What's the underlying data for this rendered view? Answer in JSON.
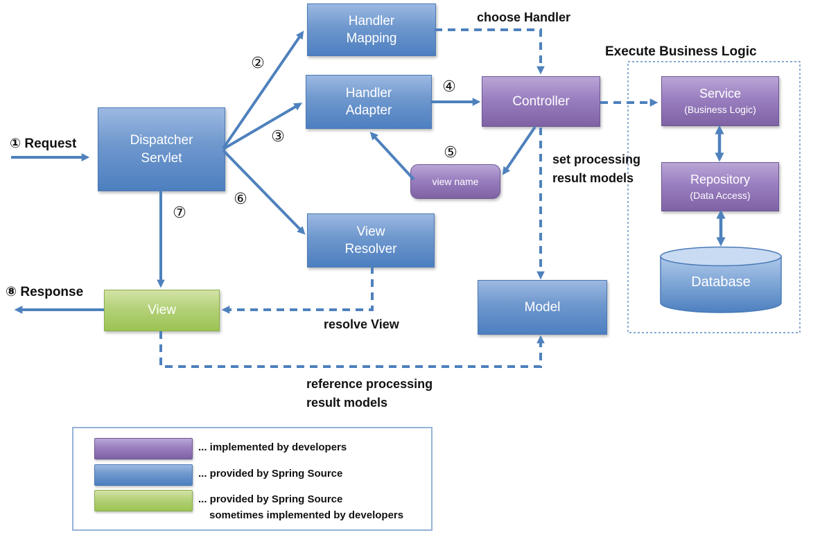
{
  "boxes": {
    "handler_mapping": {
      "line1": "Handler",
      "line2": "Mapping"
    },
    "handler_adapter": {
      "line1": "Handler",
      "line2": "Adapter"
    },
    "dispatcher_servlet": {
      "line1": "Dispatcher",
      "line2": "Servlet"
    },
    "controller": {
      "label": "Controller"
    },
    "view_name": {
      "label": "view name"
    },
    "view_resolver": {
      "line1": "View",
      "line2": "Resolver"
    },
    "view": {
      "label": "View"
    },
    "model": {
      "label": "Model"
    },
    "service": {
      "label": "Service",
      "sublabel": "(Business Logic)"
    },
    "repository": {
      "label": "Repository",
      "sublabel": "(Data Access)"
    },
    "database": {
      "label": "Database"
    }
  },
  "annotations": {
    "request": "① Request",
    "response": "⑧ Response",
    "choose_handler": "choose Handler",
    "execute_business_logic": "Execute Business Logic",
    "set_processing_line1": "set processing",
    "set_processing_line2": "result models",
    "resolve_view": "resolve View",
    "reference_line1": "reference processing",
    "reference_line2": "result models",
    "step2": "②",
    "step3": "③",
    "step4": "④",
    "step5": "⑤",
    "step6": "⑥",
    "step7": "⑦"
  },
  "legend": {
    "items": [
      {
        "color": "#8064a2",
        "text": "... implemented by developers"
      },
      {
        "color": "#4f81bd",
        "text": "... provided by Spring Source"
      },
      {
        "color": "#9bbb59",
        "text": "... provided by Spring Source",
        "text2": "sometimes implemented by developers"
      }
    ]
  },
  "palette": {
    "arrow_blue": "#4e81bd",
    "box_blue": "#4f81bd",
    "box_purple": "#8064a2",
    "box_green": "#9bbb59",
    "text_black": "#111111"
  }
}
